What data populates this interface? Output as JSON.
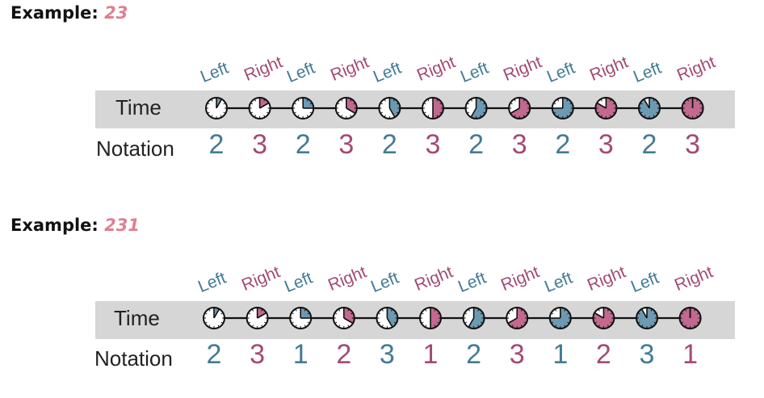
{
  "colors": {
    "left": "#437b96",
    "right": "#a34a74",
    "left_fill": "#6d9ab3",
    "right_fill": "#c2698f",
    "example_code": "#e17f90",
    "band": "#d6d6d6"
  },
  "examples": [
    {
      "heading": "Example:",
      "code": "23",
      "time_label": "Time",
      "notation_label": "Notation",
      "hands": [
        "Left",
        "Right",
        "Left",
        "Right",
        "Left",
        "Right",
        "Left",
        "Right",
        "Left",
        "Right",
        "Left",
        "Right"
      ],
      "notation": [
        "2",
        "3",
        "2",
        "3",
        "2",
        "3",
        "2",
        "3",
        "2",
        "3",
        "2",
        "3"
      ],
      "clock_fractions": [
        0.0833,
        0.1667,
        0.25,
        0.3333,
        0.4167,
        0.5,
        0.5833,
        0.6667,
        0.75,
        0.8333,
        0.9167,
        1.0
      ]
    },
    {
      "heading": "Example:",
      "code": "231",
      "time_label": "Time",
      "notation_label": "Notation",
      "hands": [
        "Left",
        "Right",
        "Left",
        "Right",
        "Left",
        "Right",
        "Left",
        "Right",
        "Left",
        "Right",
        "Left",
        "Right"
      ],
      "notation": [
        "2",
        "3",
        "1",
        "2",
        "3",
        "1",
        "2",
        "3",
        "1",
        "2",
        "3",
        "1"
      ],
      "clock_fractions": [
        0.0833,
        0.1667,
        0.25,
        0.3333,
        0.4167,
        0.5,
        0.5833,
        0.6667,
        0.75,
        0.8333,
        0.9167,
        1.0
      ]
    }
  ]
}
